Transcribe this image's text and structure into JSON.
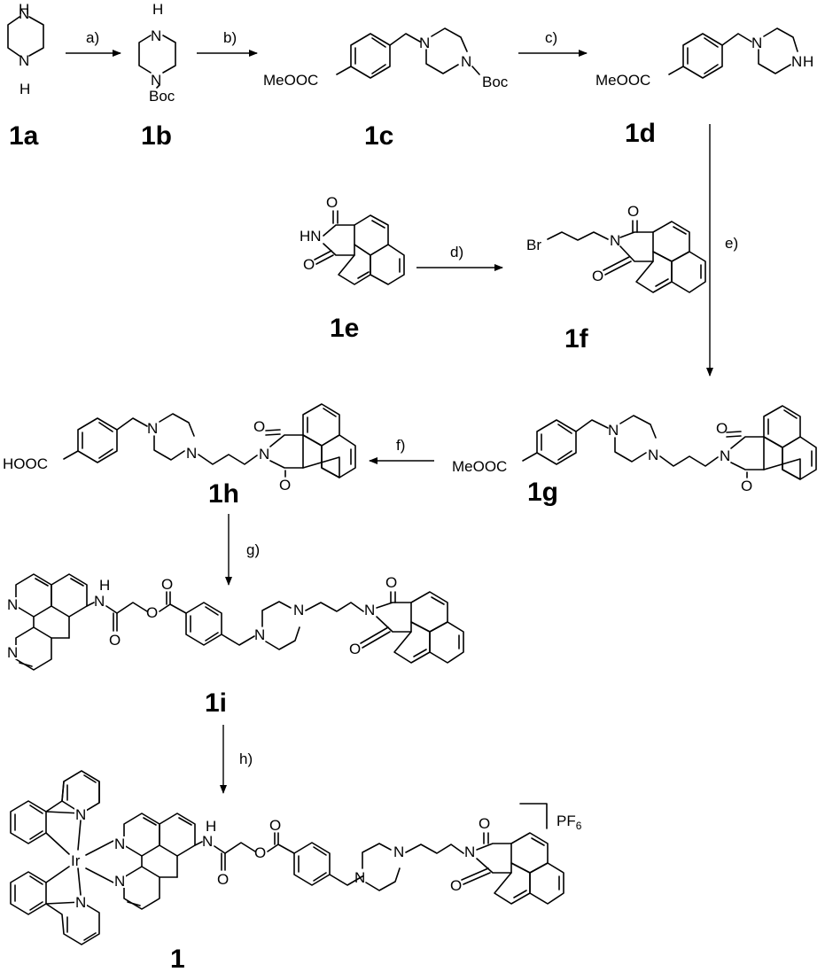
{
  "scheme": {
    "compounds": {
      "c1a": {
        "label": "1a",
        "atoms": {
          "n1": "N",
          "h1": "H",
          "n2": "N",
          "h2": "H"
        }
      },
      "c1b": {
        "label": "1b",
        "atoms": {
          "n1": "N",
          "h1": "H",
          "n2": "N",
          "boc": "Boc"
        }
      },
      "c1c": {
        "label": "1c",
        "atoms": {
          "ester": "MeOOC",
          "n1": "N",
          "n2": "N",
          "boc": "Boc"
        }
      },
      "c1d": {
        "label": "1d",
        "atoms": {
          "ester": "MeOOC",
          "n1": "N",
          "n2": "N",
          "h": "H"
        }
      },
      "c1e": {
        "label": "1e",
        "atoms": {
          "hn": "HN",
          "o1": "O",
          "o2": "O"
        }
      },
      "c1f": {
        "label": "1f",
        "atoms": {
          "br": "Br",
          "n": "N",
          "o1": "O",
          "o2": "O"
        }
      },
      "c1g": {
        "label": "1g",
        "atoms": {
          "ester": "MeOOC",
          "n1": "N",
          "n2": "N",
          "n3": "N",
          "o1": "O",
          "o2": "O"
        }
      },
      "c1h": {
        "label": "1h",
        "atoms": {
          "acid": "HOOC",
          "n1": "N",
          "n2": "N",
          "n3": "N",
          "o1": "O",
          "o2": "O"
        }
      },
      "c1i": {
        "label": "1i",
        "atoms": {
          "n_ph1": "N",
          "n_ph2": "N",
          "nh_n": "N",
          "nh_h": "H",
          "o_am": "O",
          "o_link": "O",
          "o_est": "O",
          "n_pip1": "N",
          "n_pip2": "N",
          "n_im": "N",
          "o_im1": "O",
          "o_im2": "O"
        }
      },
      "c1": {
        "label": "1",
        "atoms": {
          "ir": "Ir",
          "n_py1": "N",
          "n_py2": "N",
          "n_ph1": "N",
          "n_ph2": "N",
          "nh_n": "N",
          "nh_h": "H",
          "o_am": "O",
          "o_link": "O",
          "o_est": "O",
          "n_pip1": "N",
          "n_pip2": "N",
          "n_im": "N",
          "o_im1": "O",
          "o_im2": "O"
        }
      }
    },
    "steps": [
      "a)",
      "b)",
      "c)",
      "d)",
      "e)",
      "f)",
      "g)",
      "h)"
    ],
    "counterion": {
      "base": "PF",
      "subscript": "6"
    }
  }
}
